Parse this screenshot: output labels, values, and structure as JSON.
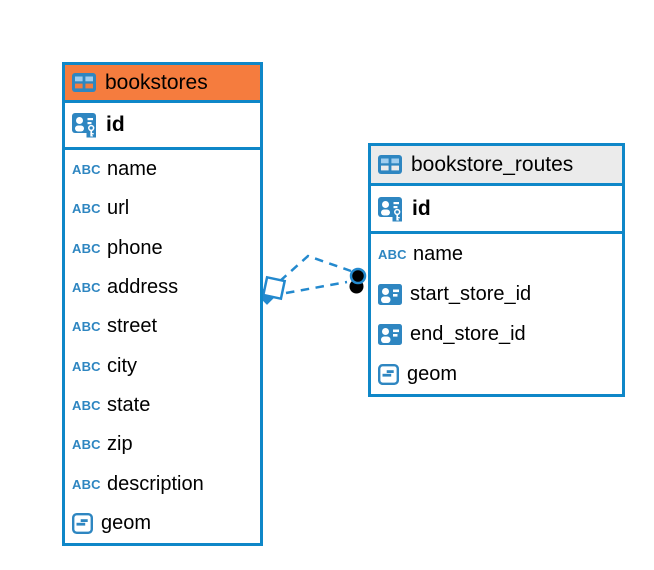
{
  "icons": {
    "text_type_badge": "ABC",
    "table_icon": "table-grid",
    "primary_key_icon": "user-card-with-key",
    "reference_icon": "user-card",
    "geometry_icon": "rounded-square-dash"
  },
  "colors": {
    "table_border": "#0F87C8",
    "header_orange": "#F57C3E",
    "header_gray": "#EBEBEB",
    "icon_blue": "#2E86C1",
    "icon_cell_light": "#9FCDEF",
    "relation_line": "#2389CE",
    "text": "#000000",
    "background": "#ffffff"
  },
  "tables": [
    {
      "title": "bookstores",
      "header_color": "#F57C3E",
      "primary_key": {
        "label": "id",
        "type": "primary-key"
      },
      "columns": [
        {
          "label": "name",
          "type": "text"
        },
        {
          "label": "url",
          "type": "text"
        },
        {
          "label": "phone",
          "type": "text"
        },
        {
          "label": "address",
          "type": "text"
        },
        {
          "label": "street",
          "type": "text"
        },
        {
          "label": "city",
          "type": "text"
        },
        {
          "label": "state",
          "type": "text"
        },
        {
          "label": "zip",
          "type": "text"
        },
        {
          "label": "description",
          "type": "text"
        },
        {
          "label": "geom",
          "type": "geometry"
        }
      ]
    },
    {
      "title": "bookstore_routes",
      "header_color": "#EBEBEB",
      "primary_key": {
        "label": "id",
        "type": "primary-key"
      },
      "columns": [
        {
          "label": "name",
          "type": "text"
        },
        {
          "label": "start_store_id",
          "type": "reference"
        },
        {
          "label": "end_store_id",
          "type": "reference"
        },
        {
          "label": "geom",
          "type": "geometry"
        }
      ]
    }
  ],
  "relationship": {
    "source_table": "bookstores",
    "target_table": "bookstore_routes",
    "line_style": "dashed",
    "line_count": 2,
    "color": "#2389CE",
    "source_endpoint": "diamond",
    "target_endpoint": "filled-dot"
  }
}
